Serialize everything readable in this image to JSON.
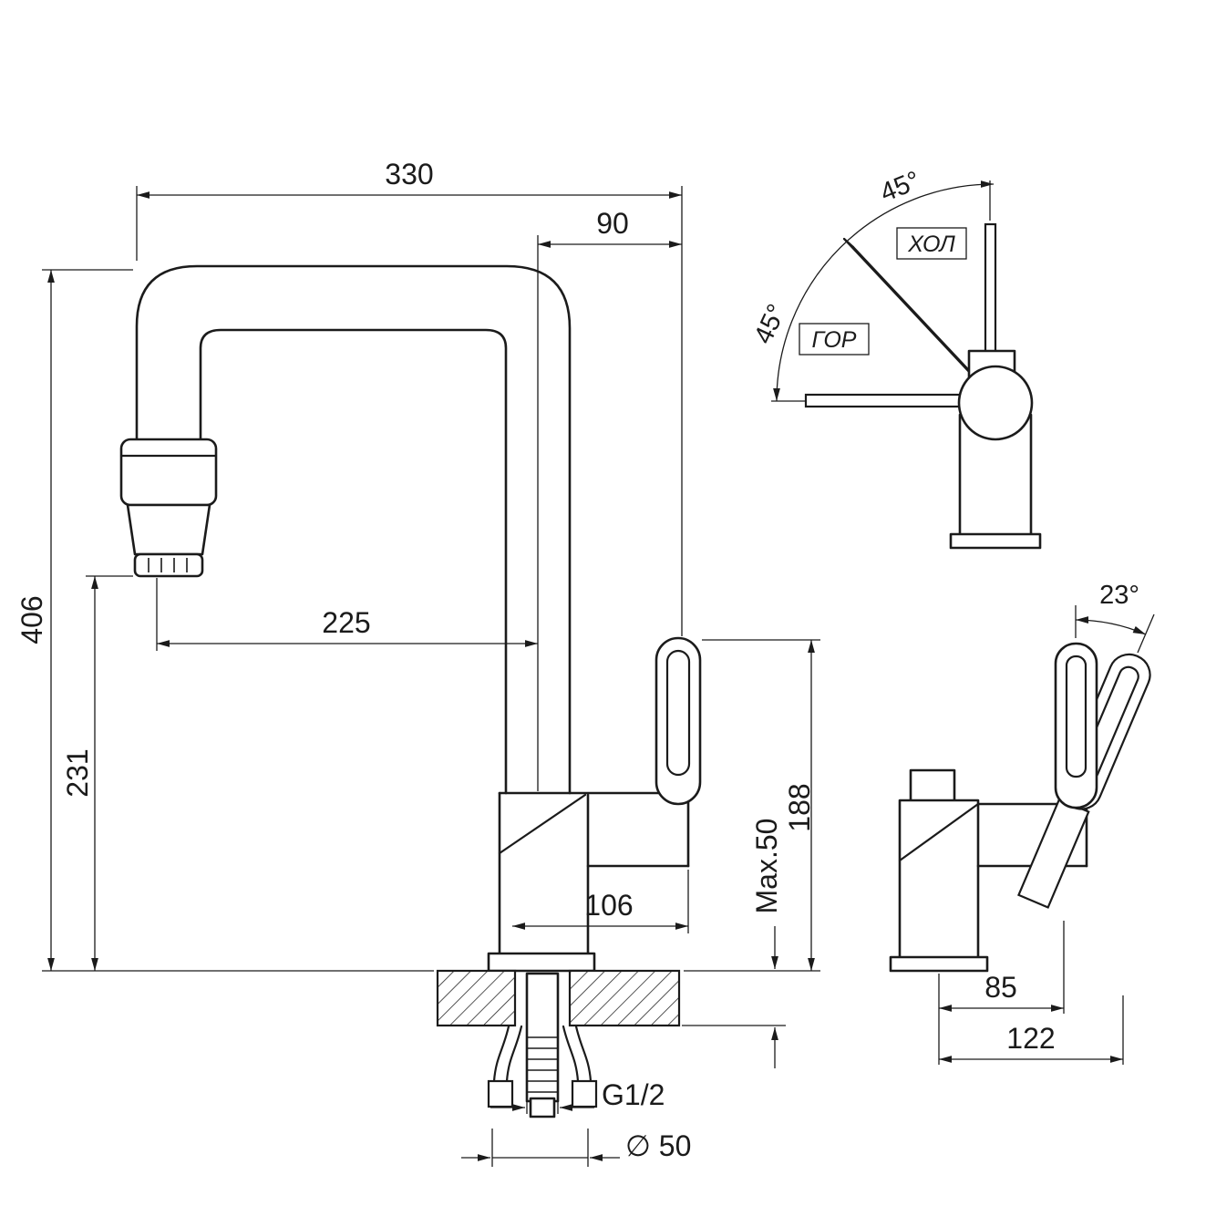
{
  "drawing": {
    "background": "#ffffff",
    "line_color": "#1b1b1b",
    "subject": "kitchen-faucet-dimensional-drawing"
  },
  "main_view": {
    "dims": {
      "total_width": "330",
      "spout_to_handle": "90",
      "total_height": "406",
      "spout_clearance": "231",
      "spout_reach": "225",
      "body_depth": "106",
      "deck_thickness": "Max.50",
      "handle_top_height": "188",
      "thread": "G1/2",
      "base_diameter": "∅ 50"
    }
  },
  "front_handle_view": {
    "angle_upper": "45°",
    "angle_lower": "45°",
    "cold_label": "ХОЛ",
    "hot_label": "ГОР"
  },
  "side_view": {
    "tilt_angle": "23°",
    "offset_85": "85",
    "offset_122": "122"
  }
}
